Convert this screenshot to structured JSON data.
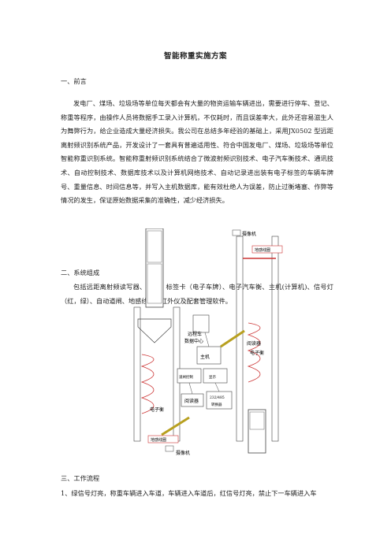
{
  "title": "智能称重实施方案",
  "sections": {
    "intro_heading": "一、前言",
    "intro_text": "发电厂、煤场、垃圾场等单位每天都会有大量的物资运输车辆进出，需要进行停车、登记、称重等程序，由操作人员将数据手工录入计算机，不仅耗时，而且误差率大，此外还容易滋生人为舞弊行为，给企业造成大量经济损失。我公司在总结多年经验的基础上，采用JX0502 型远距离射频识别系统产品，开发设计了一套具有普遍适用性、符合中国发电厂、煤场、垃圾场等单位智能称重识别系统。智能称重射频识别系统结合了微波射频识别技术、电子汽车衡技术、通讯技术、自动控制技术、数据库技术以及计算机网络技术、自动记录进出装有电子标签的车辆车牌号、重量信息、时间信息等，并写入主机数据库，能有效杜绝人为误差，防止过衡堵塞、作弊等情况的发生，保证原始数据采集的准确性，减少经济损失。",
    "system_heading": "二、系统组成",
    "system_text": "包括远距离射频读写器、天线、标签卡（电子车牌）、电子汽车衡、主机(计算机)、信号灯（红，绿）、自动道闸、地感线圈、红外仪及配套管理软件。",
    "workflow_heading": "三、工作流程",
    "workflow_text": "1、绿信号灯亮，称重车辆进入车道，车辆进入车道后，红信号灯亮，禁止下一车辆进入车"
  },
  "figure": {
    "camera_top": "摄像机",
    "camera_bottom": "摄像机",
    "loop_top": "地感线圈",
    "loop_bottom": "地感线圈",
    "remote_center_line1": "远程车",
    "remote_center_line2": "数据中心",
    "host": "主机",
    "reader_right": "阅读器",
    "scale_right": "电子衡",
    "scale_left": "电子衡",
    "reader_center": "阅读器",
    "converter_line1": "232/485",
    "converter_line2": "转换器",
    "box_left": "道闸控制",
    "box_right": "显示"
  }
}
